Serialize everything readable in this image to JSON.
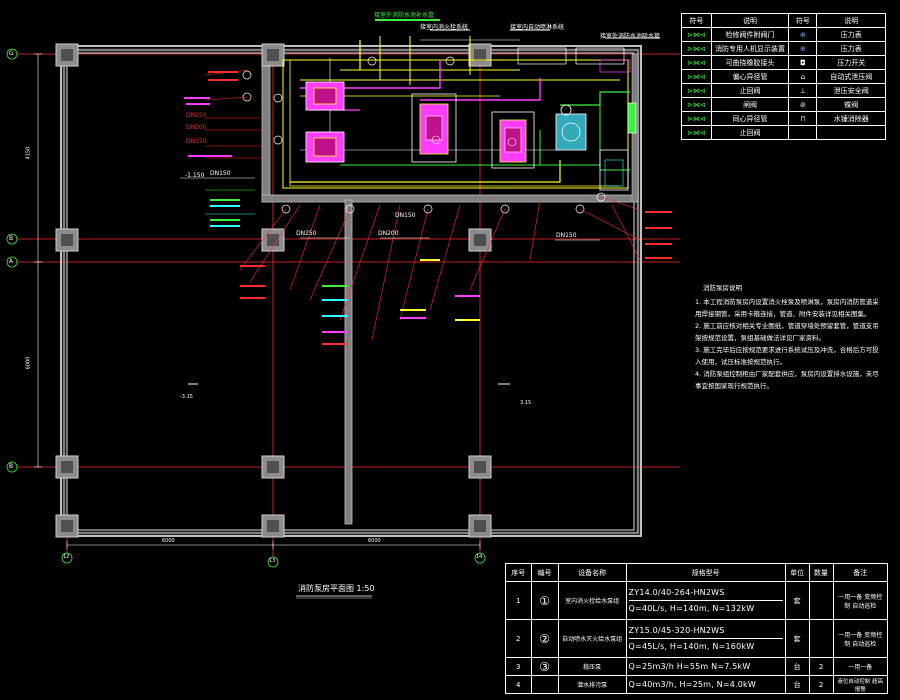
{
  "legend": {
    "headers": [
      "符号",
      "说明",
      "符号",
      "说明"
    ],
    "rows": [
      {
        "sym1": "⊳⋈⊲",
        "desc1": "检修阀件附阀门",
        "sym2": "⊕",
        "desc2": "压力表"
      },
      {
        "sym1": "⊳⋈⊲",
        "desc1": "消防专用人机显示装置",
        "sym2": "⊕",
        "desc2": "压力表"
      },
      {
        "sym1": "⊳⋈⊲",
        "desc1": "可曲挠橡胶接头",
        "sym2": "◘",
        "desc2": "压力开关"
      },
      {
        "sym1": "⊳⋈⊲",
        "desc1": "偏心异径管",
        "sym2": "⌂",
        "desc2": "自动式泄压阀"
      },
      {
        "sym1": "⊳⋈⊲",
        "desc1": "止回阀",
        "sym2": "⊥",
        "desc2": "泄压安全阀"
      },
      {
        "sym1": "⊳⋈⊲",
        "desc1": "闸阀",
        "sym2": "⊘",
        "desc2": "蝶阀"
      },
      {
        "sym1": "⊳⋈⊲",
        "desc1": "同心异径管",
        "sym2": "⊓",
        "desc2": "水锤消除器"
      },
      {
        "sym1": "⊳⋈⊲",
        "desc1": "止回阀",
        "sym2": "",
        "desc2": ""
      }
    ]
  },
  "axes": {
    "row_labels": [
      "G",
      "B",
      "A",
      "B"
    ],
    "col_labels": [
      "12",
      "13",
      "14"
    ],
    "dim_left": [
      "4150",
      "6000"
    ],
    "dim_bottom": [
      "6000",
      "6000"
    ]
  },
  "drawing_title": "消防泵房平面图 1:50",
  "notes": {
    "title": "消防泵房说明",
    "items": [
      "1. 本工程消防泵房内设置消火栓泵及喷淋泵，泵房内消防管道采用焊接钢管，采用卡箍连接，管道、附件安装详见相关图集。",
      "2. 施工前应核对相关专业图纸，管道穿墙处预留套管，管道支吊架按规范设置，泵组基础做法详见厂家资料。",
      "3. 施工完毕后应按规范要求进行系统试压及冲洗，合格后方可投入使用，试压标准按规范执行。",
      "4. 消防泵组控制柜由厂家配套供应，泵房内设置排水设施，未尽事宜按国家现行规范执行。"
    ]
  },
  "equipment": {
    "headers": [
      "序号",
      "编号",
      "设备名称",
      "规格型号",
      "单位",
      "数量",
      "备注"
    ],
    "rows": [
      {
        "no": "1",
        "code": "①",
        "name": "室内消火栓给水泵组",
        "model1": "ZY14.0/40-264-HN2WS",
        "model2": "Q=40L/s, H=140m, N=132kW",
        "unit": "套",
        "qty": "",
        "note": "一用一备 变频控制 自动巡检"
      },
      {
        "no": "2",
        "code": "②",
        "name": "自动喷水灭火给水泵组",
        "model1": "ZY15.0/45-320-HN2WS",
        "model2": "Q=45L/s, H=140m, N=160kW",
        "unit": "套",
        "qty": "",
        "note": "一用一备 变频控制 自动巡检"
      },
      {
        "no": "3",
        "code": "③",
        "name": "稳压泵",
        "model1": "Q=25m3/h  H=55m  N=7.5kW",
        "model2": "",
        "unit": "台",
        "qty": "2",
        "note": "一用一备"
      },
      {
        "no": "4",
        "code": "",
        "name": "潜水排污泵",
        "model1": "Q=40m3/h, H=25m, N=4.0kW",
        "model2": "",
        "unit": "台",
        "qty": "2",
        "note": "液位自动控制 超高报警"
      }
    ]
  },
  "pipe_labels": {
    "top": [
      "接室外消防水池补水管",
      "接室内消火栓系统",
      "接室内自动喷淋系统",
      "接室外消防水池吸水管"
    ],
    "left": [
      "DN150",
      "DN200",
      "DN150",
      "DN250",
      "DN200",
      "DN150"
    ],
    "misc": [
      "-1.150",
      "DN150",
      "DN150",
      "-3.15",
      "3.15"
    ]
  },
  "colors": {
    "wall": "#bfbfbf",
    "wall_dark": "#7f7f7f",
    "axis": "#ff2a2a",
    "magenta": "#ff3cff",
    "green": "#3cf03c",
    "yellow": "#ffff33",
    "cyan": "#33ffff",
    "white": "#ffffff"
  }
}
